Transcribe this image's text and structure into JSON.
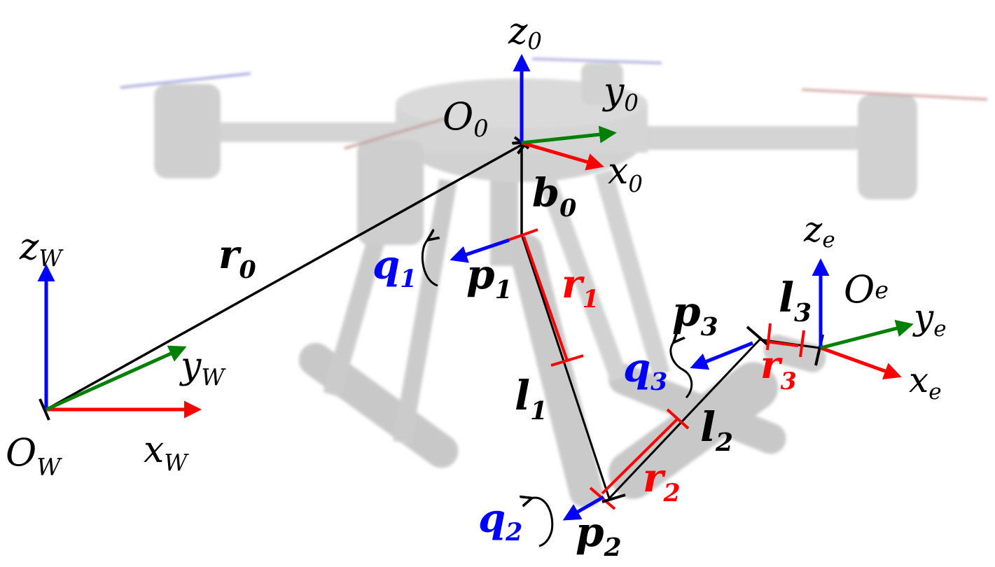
{
  "frames": {
    "world": {
      "origin": "O",
      "origin_sub": "W",
      "x": "x",
      "x_sub": "W",
      "y": "y",
      "y_sub": "W",
      "z": "z",
      "z_sub": "W"
    },
    "base": {
      "origin": "O",
      "origin_sub": "0",
      "x": "x",
      "x_sub": "0",
      "y": "y",
      "y_sub": "0",
      "z": "z",
      "z_sub": "0"
    },
    "end_effector": {
      "origin": "O",
      "origin_sub": "e",
      "x": "x",
      "x_sub": "e",
      "y": "y",
      "y_sub": "e",
      "z": "z",
      "z_sub": "e"
    }
  },
  "vectors": {
    "r0": {
      "sym": "r",
      "sub": "0"
    },
    "b0": {
      "sym": "b",
      "sub": "0"
    },
    "r1": {
      "sym": "r",
      "sub": "1"
    },
    "r2": {
      "sym": "r",
      "sub": "2"
    },
    "r3": {
      "sym": "r",
      "sub": "3"
    }
  },
  "links": {
    "l1": {
      "sym": "l",
      "sub": "1"
    },
    "l2": {
      "sym": "l",
      "sub": "2"
    },
    "l3": {
      "sym": "l",
      "sub": "3"
    }
  },
  "points": {
    "p1": {
      "sym": "p",
      "sub": "1"
    },
    "p2": {
      "sym": "p",
      "sub": "2"
    },
    "p3": {
      "sym": "p",
      "sub": "3"
    }
  },
  "joints": {
    "q1": {
      "sym": "q",
      "sub": "1"
    },
    "q2": {
      "sym": "q",
      "sub": "2"
    },
    "q3": {
      "sym": "q",
      "sub": "3"
    }
  },
  "colors": {
    "x_axis": "#ff0000",
    "y_axis": "#008000",
    "z_axis": "#0000ff",
    "joint_axis": "#0000ff",
    "r_vector": "#ff0000",
    "black": "#000000",
    "drone_body": "#c4c4c4",
    "drone_shadow": "#a9a9a9"
  }
}
